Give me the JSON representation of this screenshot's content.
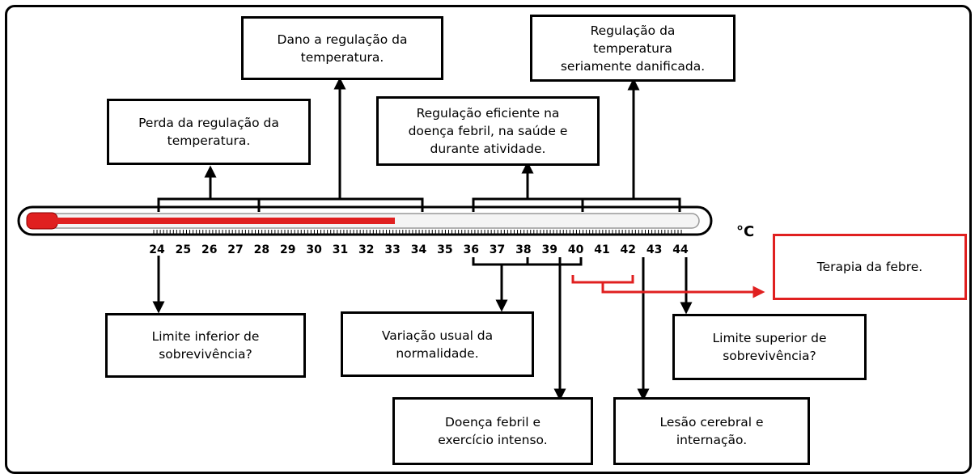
{
  "unit": "°C",
  "scale_ticks": [
    "24",
    "25",
    "26",
    "27",
    "28",
    "29",
    "30",
    "31",
    "32",
    "33",
    "34",
    "35",
    "36",
    "37",
    "38",
    "39",
    "40",
    "41",
    "42",
    "43",
    "44"
  ],
  "boxes": {
    "perda": "Perda da regulação da\ntemperatura.",
    "dano": "Dano a regulação da\ntemperatura.",
    "eficiente": "Regulação eficiente na\ndoença febril, na saúde e\ndurante atividade.",
    "seriamente": "Regulação da\ntemperatura\nseriamente danificada.",
    "terapia": "Terapia da febre.",
    "limite_inferior": "Limite inferior de\nsobrevivência?",
    "variacao": "Variação usual da\nnormalidade.",
    "limite_superior": "Limite superior de\nsobrevivência?",
    "doenca_febril": "Doença febril e\nexercício intenso.",
    "lesao": "Lesão cerebral e\ninternação."
  },
  "colors": {
    "mercury": "#e02020",
    "accent_red": "#e02020",
    "line": "#000000"
  }
}
